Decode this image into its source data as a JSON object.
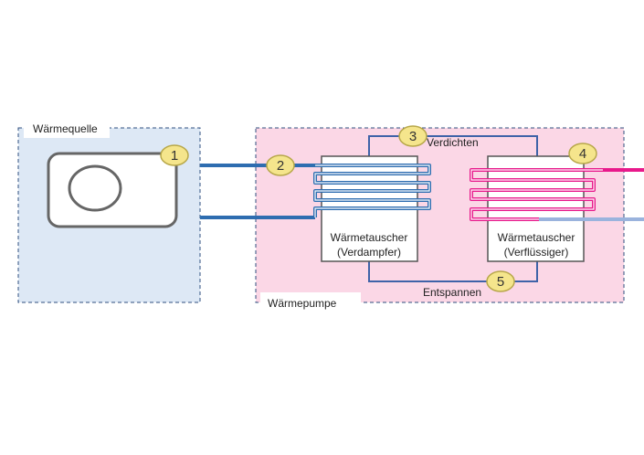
{
  "regions": {
    "heat_source": {
      "label": "Wärmequelle",
      "fill": "#dde8f5",
      "border": "#2f4f7f"
    },
    "heat_pump": {
      "label": "Wärmepumpe",
      "fill": "#fbd7e6",
      "border": "#2f4f7f"
    }
  },
  "heat_exchangers": {
    "evaporator": {
      "line1": "Wärmetauscher",
      "line2": "(Verdampfer)"
    },
    "condenser": {
      "line1": "Wärmetauscher",
      "line2": "(Verflüssiger)"
    }
  },
  "processes": {
    "compress": "Verdichten",
    "expand": "Entspannen"
  },
  "markers": [
    "1",
    "2",
    "3",
    "4",
    "5"
  ],
  "colors": {
    "cold_pipe": "#2e6db0",
    "hot_pipe": "#e8198b",
    "return_pipe": "#9ab3dd",
    "refrigerant_line": "#3f63a8",
    "marker_fill": "#f5e58c",
    "marker_stroke": "#b8a84a",
    "box_stroke": "#555555"
  },
  "icons": [
    "fan-unit-icon"
  ]
}
